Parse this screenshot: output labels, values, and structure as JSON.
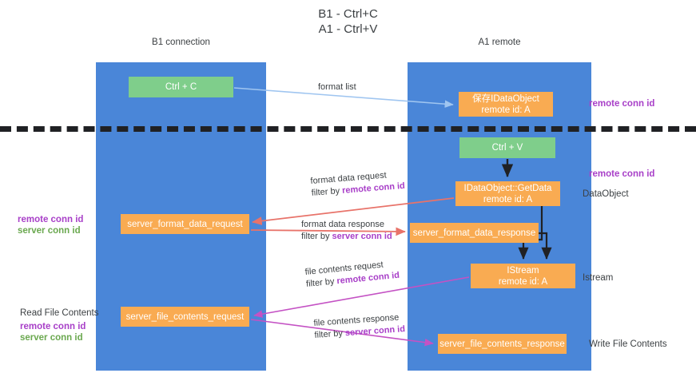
{
  "title": "B1 - Ctrl+C\nA1 - Ctrl+V",
  "lanes": [
    {
      "name": "B1",
      "sub": "connection",
      "header": "B1\nconnection"
    },
    {
      "name": "A1",
      "sub": "remote",
      "header": "A1\nremote"
    }
  ],
  "boxes": {
    "ctrl_c": {
      "line1": "Ctrl + C",
      "line2": "",
      "color": "#7fce8b"
    },
    "save_ido": {
      "line1": "保存IDataObject",
      "line2": "remote id: A",
      "color": "#f9ab52"
    },
    "ctrl_v": {
      "line1": "Ctrl + V",
      "line2": "",
      "color": "#7fce8b"
    },
    "getdata": {
      "line1": "IDataObject::GetData",
      "line2": "remote id: A",
      "color": "#f9ab52"
    },
    "sfd_request": {
      "line1": "server_format_data_request",
      "line2": "",
      "color": "#f9ab52"
    },
    "sfd_response": {
      "line1": "server_format_data_response",
      "line2": "",
      "color": "#f9ab52"
    },
    "istream": {
      "line1": "IStream",
      "line2": "remote id: A",
      "color": "#f9ab52"
    },
    "sfc_request": {
      "line1": "server_file_contents_request",
      "line2": "",
      "color": "#f9ab52"
    },
    "sfc_response": {
      "line1": "server_file_contents_response",
      "line2": "",
      "color": "#f9ab52"
    }
  },
  "arrow_labels": {
    "format_list": {
      "line1": "format list",
      "line2": ""
    },
    "fd_request": {
      "line1": "format data request",
      "line2_prefix": "filter by ",
      "line2_keyword": "remote conn id"
    },
    "fd_response": {
      "line1": "format data response",
      "line2_prefix": "filter by ",
      "line2_keyword": "server conn id"
    },
    "fc_request": {
      "line1": "file contents request",
      "line2_prefix": "filter by ",
      "line2_keyword": "remote conn id"
    },
    "fc_response": {
      "line1": "file contents response",
      "line2_prefix": "filter by ",
      "line2_keyword": "server conn id"
    }
  },
  "side_labels": {
    "remote_conn_top": "remote conn id",
    "remote_conn_mid": "remote conn id",
    "dataobject": "DataObject",
    "istream": "Istream",
    "write_file_contents": "Write File Contents",
    "read_file_contents": "Read File Contents",
    "remote_conn_id": "remote conn id",
    "server_conn_id": "server conn id"
  },
  "colors": {
    "lane": "#4a86d8",
    "green_box": "#7fce8b",
    "orange_box": "#f9ab52",
    "remote_keyword": "#a83fc8",
    "server_keyword": "#6aa84f",
    "arrow_blue": "#9fc5f0",
    "arrow_red": "#e8736a",
    "arrow_magenta": "#c452c4",
    "arrow_black": "#202124",
    "divider": "#202124",
    "text": "#3c4043"
  }
}
